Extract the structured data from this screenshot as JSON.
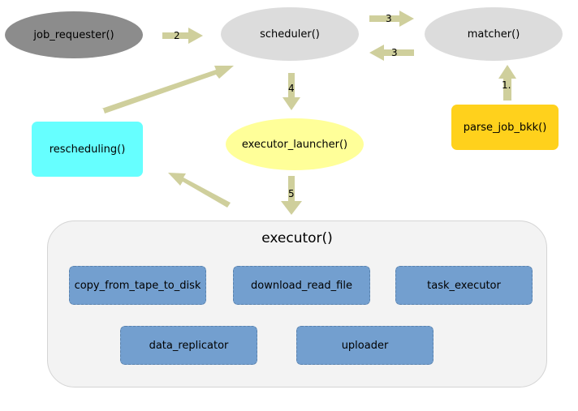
{
  "nodes": {
    "job_requester": "job_requester()",
    "scheduler": "scheduler()",
    "matcher": "matcher()",
    "executor_launcher": "executor_launcher()",
    "parse_job_bkk": "parse_job_bkk()",
    "rescheduling": "rescheduling()"
  },
  "executor": {
    "title": "executor()",
    "tasks": {
      "copy": "copy_from_tape_to_disk",
      "download": "download_read_file",
      "task_executor": "task_executor",
      "replicator": "data_replicator",
      "uploader": "uploader"
    }
  },
  "edge_labels": {
    "job_to_scheduler": "2",
    "scheduler_to_matcher": "3",
    "matcher_to_scheduler": "3",
    "scheduler_to_launcher": "4",
    "launcher_to_executor": "5",
    "parse_to_matcher": "1."
  },
  "colors": {
    "arrow": "#cfcf9c",
    "job_requester": "#8c8c8c",
    "scheduler": "#dcdcdc",
    "matcher": "#dcdcdc",
    "executor_launcher": "#ffff99",
    "parse_job_bkk": "#ffd11c",
    "rescheduling": "#66ffff",
    "task": "#739fcf",
    "executor_group": "#f3f3f3"
  }
}
